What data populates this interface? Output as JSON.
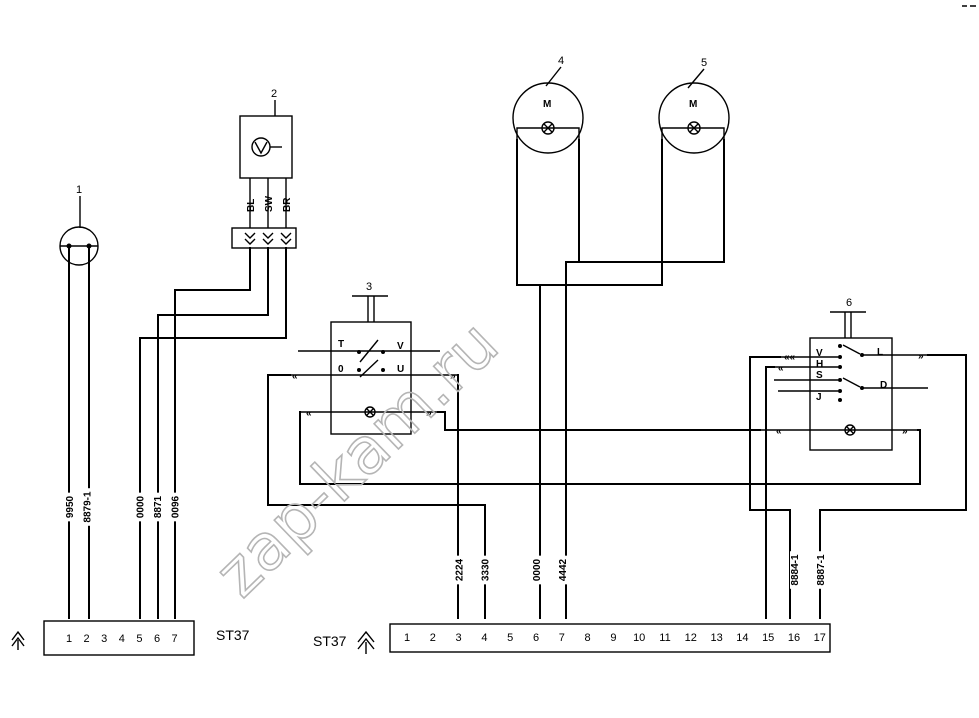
{
  "watermark": "zap-kam.ru",
  "components": [
    {
      "number": "1"
    },
    {
      "number": "2",
      "pins": [
        "BL",
        "SW",
        "BR"
      ]
    },
    {
      "number": "3",
      "contacts": [
        "T",
        "V",
        "0",
        "U"
      ]
    },
    {
      "number": "4",
      "motor": "M"
    },
    {
      "number": "5",
      "motor": "M"
    },
    {
      "number": "6",
      "contacts": [
        "V",
        "H",
        "S",
        "J",
        "L",
        "D"
      ]
    }
  ],
  "connectors": [
    {
      "name": "ST37",
      "pins": [
        "1",
        "2",
        "3",
        "4",
        "5",
        "6",
        "7"
      ],
      "wires": [
        {
          "pin": "1",
          "code": "9950"
        },
        {
          "pin": "2",
          "code": "8879-1"
        },
        {
          "pin": "5",
          "code": "0000"
        },
        {
          "pin": "6",
          "code": "8871"
        },
        {
          "pin": "7",
          "code": "0096"
        }
      ]
    },
    {
      "name": "ST37",
      "pins": [
        "1",
        "2",
        "3",
        "4",
        "5",
        "6",
        "7",
        "8",
        "9",
        "10",
        "11",
        "12",
        "13",
        "14",
        "15",
        "16",
        "17"
      ],
      "wires": [
        {
          "pin": "3",
          "code": "2224"
        },
        {
          "pin": "4",
          "code": "3330"
        },
        {
          "pin": "6",
          "code": "0000"
        },
        {
          "pin": "7",
          "code": "4442"
        },
        {
          "pin": "16",
          "code": "8884-1"
        },
        {
          "pin": "17",
          "code": "8887-1"
        }
      ]
    }
  ]
}
